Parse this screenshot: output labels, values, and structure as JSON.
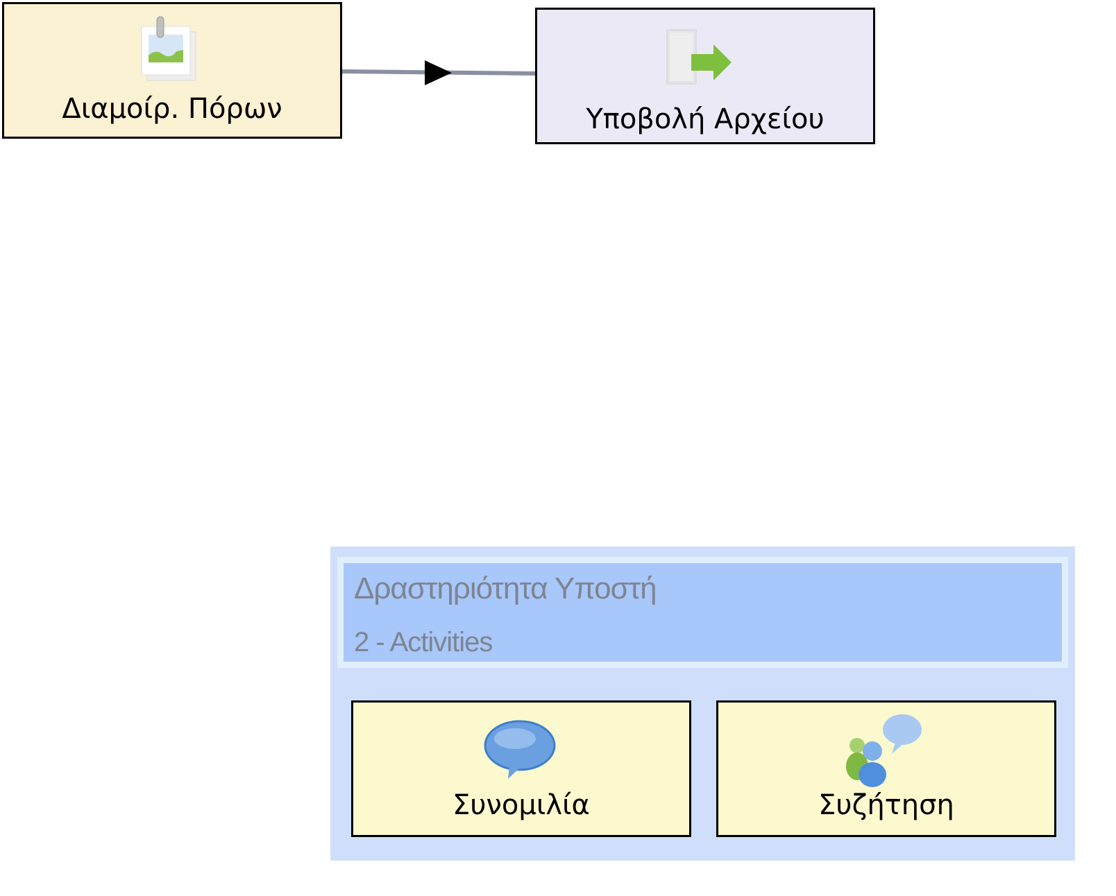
{
  "nodes": [
    {
      "id": "n1",
      "label": "Διαμοίρ. Πόρων",
      "icon": "resource-sharing-icon",
      "fill": "#fbf1d3"
    },
    {
      "id": "n2",
      "label": "Υποβολή Αρχείου",
      "icon": "file-submit-icon",
      "fill": "#ebe9f6"
    }
  ],
  "edges": [
    {
      "from": "n1",
      "to": "n2",
      "color": "#8a8fa3",
      "arrow": "black-triangle"
    }
  ],
  "group": {
    "title": "Δραστηριότητα Υποστή",
    "subtitle": "2 - Activities",
    "fill": "#cfdffb",
    "header_fill": "#a8c7fb",
    "children": [
      {
        "id": "c1",
        "label": "Συνομιλία",
        "icon": "chat-bubble-icon",
        "fill": "#fcf9cf"
      },
      {
        "id": "c2",
        "label": "Συζήτηση",
        "icon": "forum-discussion-icon",
        "fill": "#fcf9cf"
      }
    ]
  }
}
